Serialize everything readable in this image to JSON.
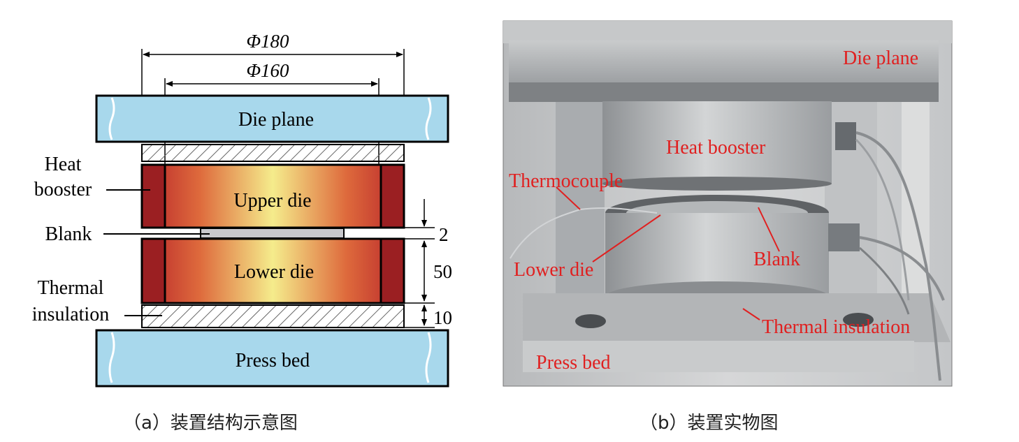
{
  "schematic": {
    "dim_outer": "Φ180",
    "dim_inner": "Φ160",
    "die_plane": "Die plane",
    "upper_die": "Upper die",
    "lower_die": "Lower die",
    "press_bed": "Press bed",
    "heat_booster_1": "Heat",
    "heat_booster_2": "booster",
    "blank": "Blank",
    "thermal_1": "Thermal",
    "thermal_2": "insulation",
    "dim_2": "2",
    "dim_50": "50",
    "dim_10": "10"
  },
  "photo": {
    "die_plane": "Die plane",
    "heat_booster": "Heat booster",
    "thermocouple": "Thermocouple",
    "lower_die": "Lower die",
    "blank": "Blank",
    "thermal_insulation": "Thermal insulation",
    "press_bed": "Press bed"
  },
  "captions": {
    "a": "（a）装置结构示意图",
    "b": "（b）装置实物图"
  },
  "colors": {
    "plate_blue": "#a8d8ec",
    "booster_red": "#9b1f22",
    "die_center": "#f2ea8a",
    "photo_label_red": "#e02020"
  }
}
